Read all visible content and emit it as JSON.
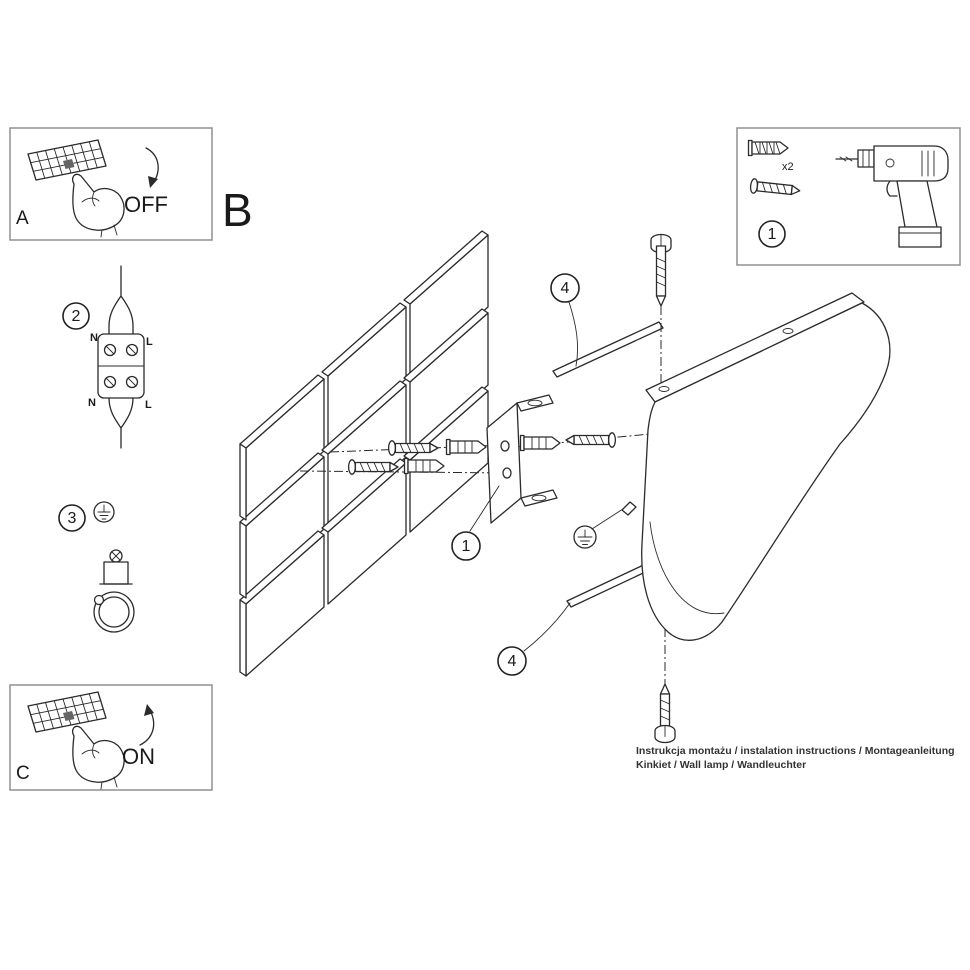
{
  "colors": {
    "line": "#2b2b2b",
    "box_border": "#909090"
  },
  "section": {
    "label": "B"
  },
  "panels": {
    "a": {
      "label": "A",
      "switch_state": "OFF"
    },
    "c": {
      "label": "C",
      "switch_state": "ON"
    }
  },
  "callouts": {
    "toolbox": "1",
    "bracket": "1",
    "wiring": "2",
    "ground": "3",
    "screw_top": "4",
    "screw_bottom": "4"
  },
  "wiring_labels": {
    "neutral_top": "N",
    "live_top": "L",
    "neutral_bottom": "N",
    "live_bottom": "L"
  },
  "toolbox": {
    "anchor_qty": "x2"
  },
  "footer": {
    "line1": "Instrukcja montażu / instalation instructions / Montageanleitung",
    "line2": "Kinkiet / Wall lamp / Wandleuchter"
  }
}
